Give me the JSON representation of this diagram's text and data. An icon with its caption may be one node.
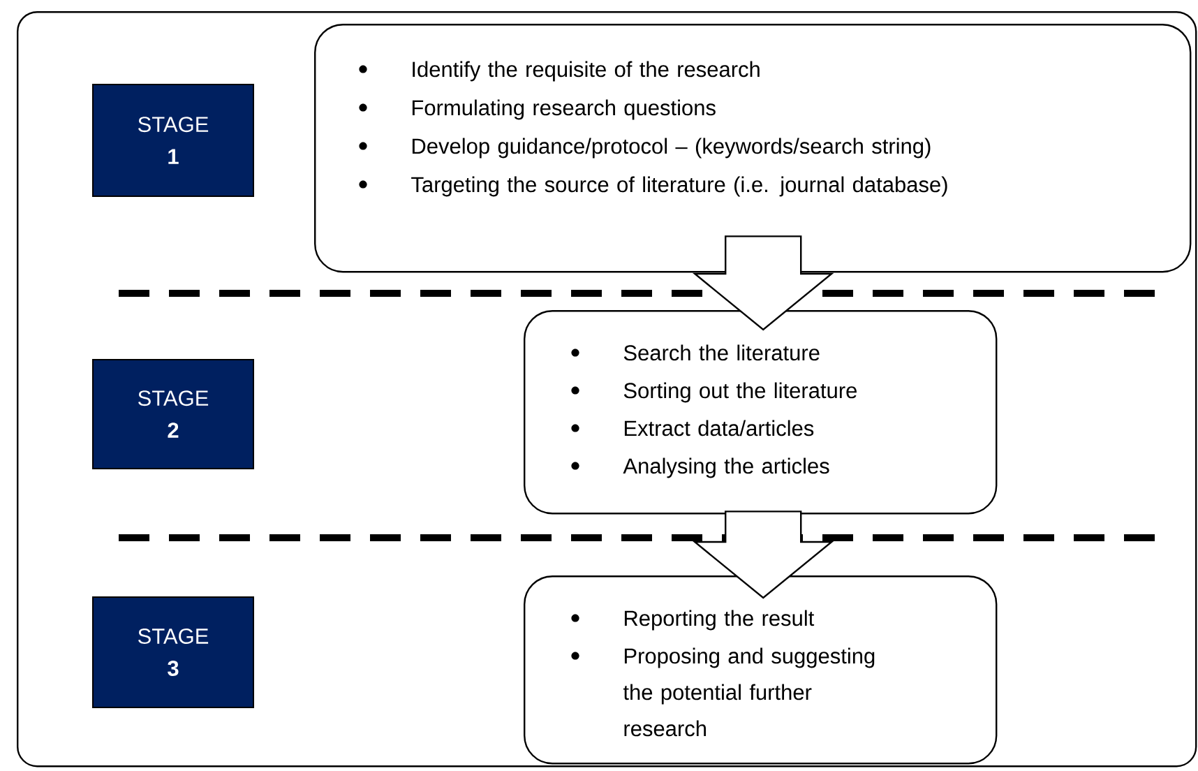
{
  "diagram": {
    "nodes": [
      {
        "text": [],
        "shape": "box"
      },
      {
        "text": [
          "STAGE",
          "1"
        ],
        "in": 0
      },
      {
        "text": [
          "Identify the requisite of the research",
          "Formulating research questions",
          "Develop guidance/protocol – (keywords/search string)",
          "Targeting the source of literature (i.e. journal database)"
        ],
        "in": 0
      },
      {
        "text": [
          "STAGE",
          "2"
        ],
        "in": 0
      },
      {
        "text": [
          "Search the literature",
          "Sorting out the literature",
          "Extract data/articles",
          "Analysing the articles"
        ],
        "in": 0
      },
      {
        "text": [
          "STAGE",
          "3"
        ],
        "in": 0
      },
      {
        "text": [
          "Reporting the result",
          "Proposing and suggesting the potential further research"
        ],
        "in": 0
      }
    ],
    "edges": [
      {
        "from": 2,
        "to": 4,
        "arrow": "to"
      },
      {
        "from": 4,
        "to": 6,
        "arrow": "to"
      }
    ]
  }
}
